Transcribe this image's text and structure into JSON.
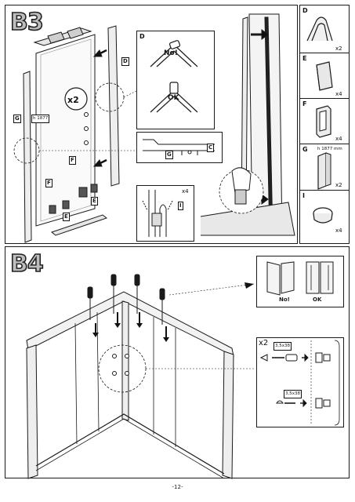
{
  "page": {
    "footer": "-12-"
  },
  "b3": {
    "step_label": "B3",
    "main": {
      "x2_badge": "x2",
      "part_d": "D",
      "part_g": "G",
      "g_length": "h 1877",
      "part_f": "F",
      "part_e_left": "E",
      "part_e_right": "E"
    },
    "detail_d": {
      "part": "D",
      "wrong": "No!",
      "right": "OK"
    },
    "detail_gc": {
      "part_g": "G",
      "part_c": "C"
    },
    "detail_i": {
      "part": "I",
      "qty": "x4"
    },
    "parts": [
      {
        "id": "D",
        "qty": "x2",
        "icon": "clip-icon"
      },
      {
        "id": "E",
        "qty": "x4",
        "icon": "end-cap-icon"
      },
      {
        "id": "F",
        "qty": "x4",
        "icon": "guide-clip-icon"
      },
      {
        "id": "G",
        "qty": "x2",
        "note": "h 1877 mm",
        "icon": "profile-icon"
      },
      {
        "id": "I",
        "qty": "x4",
        "icon": "ring-seal-icon"
      }
    ]
  },
  "b4": {
    "step_label": "B4",
    "detail_fold": {
      "wrong": "No!",
      "right": "OK"
    },
    "detail_screws": {
      "qty": "x2",
      "screw_a": "3,5x38",
      "screw_b": "3,5x38"
    }
  }
}
